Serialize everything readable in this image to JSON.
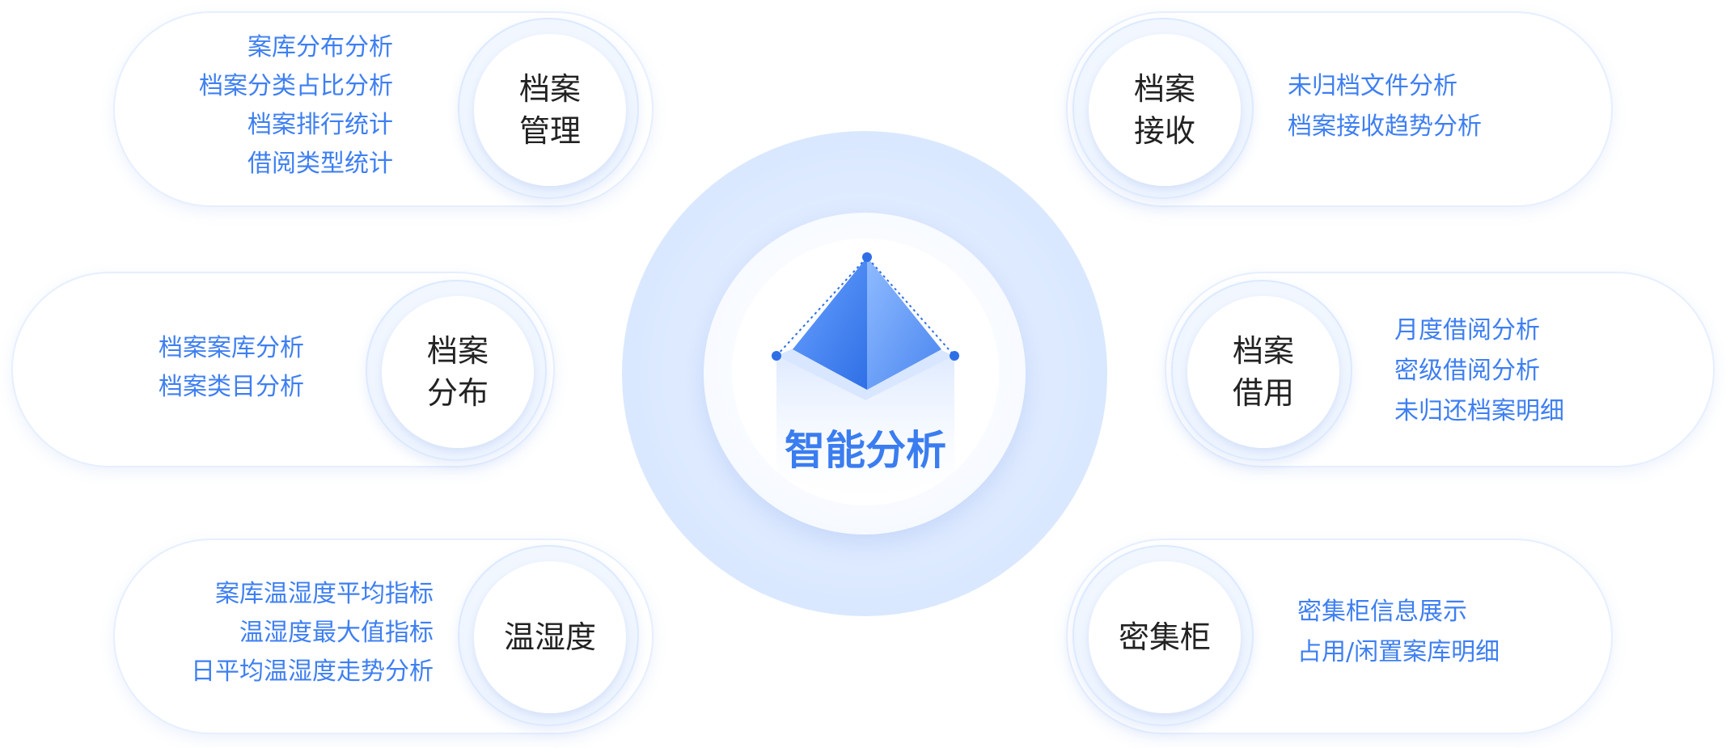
{
  "center": {
    "label": "智能分析"
  },
  "nodes": {
    "archive_management": {
      "title": "档案\n管理",
      "items": [
        "案库分布分析",
        "档案分类占比分析",
        "档案排行统计",
        "借阅类型统计"
      ]
    },
    "archive_distribution": {
      "title": "档案\n分布",
      "items": [
        "档案案库分析",
        "档案类目分析"
      ]
    },
    "temperature_humidity": {
      "title": "温湿度",
      "items": [
        "案库温湿度平均指标",
        "温湿度最大值指标",
        "日平均温湿度走势分析"
      ]
    },
    "archive_receiving": {
      "title": "档案\n接收",
      "items": [
        "未归档文件分析",
        "档案接收趋势分析"
      ]
    },
    "archive_borrowing": {
      "title": "档案\n借用",
      "items": [
        "月度借阅分析",
        "密级借阅分析",
        "未归还档案明细"
      ]
    },
    "compact_shelving": {
      "title": "密集柜",
      "items": [
        "密集柜信息展示",
        "占用/闲置案库明细"
      ]
    }
  },
  "colors": {
    "accent": "#3e7ff2",
    "title_text": "#222222",
    "pill_border": "#e6efff"
  }
}
